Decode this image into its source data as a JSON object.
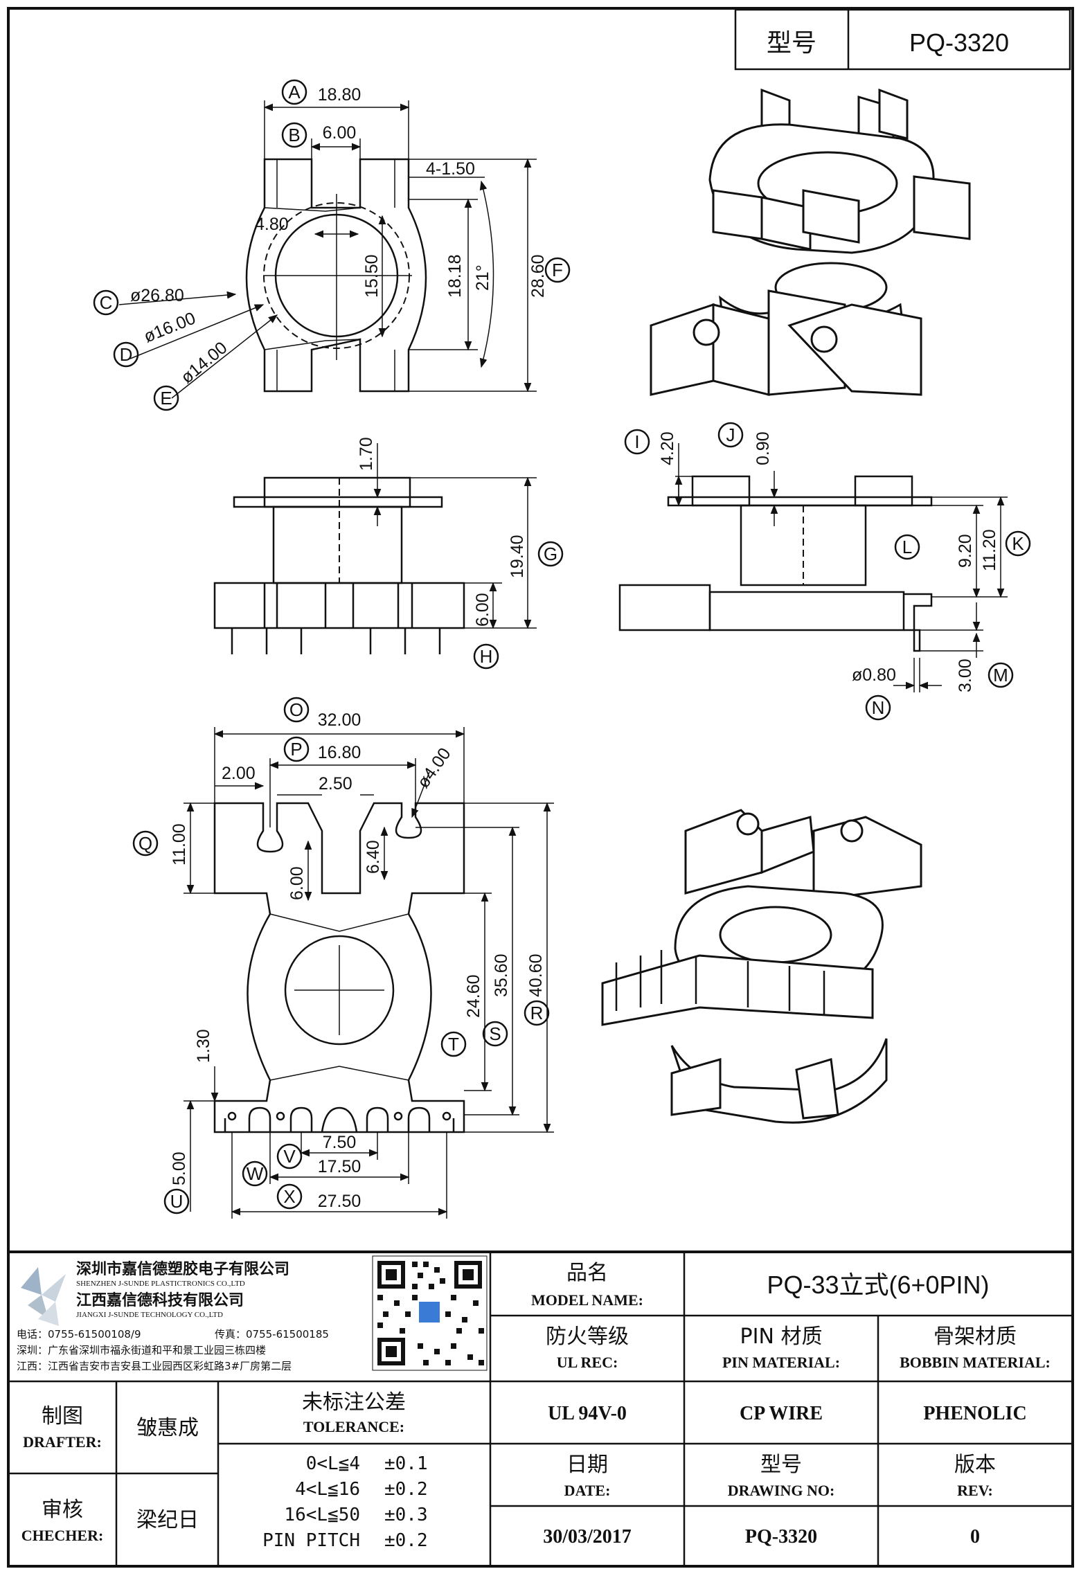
{
  "header": {
    "model_label": "型号",
    "model_value": "PQ-3320"
  },
  "top_view": {
    "callouts": [
      "A",
      "B",
      "C",
      "D",
      "E",
      "F"
    ],
    "dims": {
      "A": "18.80",
      "B": "6.00",
      "notch": "4-1.50",
      "inner": "4.80",
      "C": "ø26.80",
      "D": "ø16.00",
      "E": "ø14.00",
      "h1": "15.50",
      "h2": "18.18",
      "angle": "21°",
      "F": "28.60"
    }
  },
  "front_view": {
    "callouts": [
      "G",
      "H"
    ],
    "dims": {
      "top": "1.70",
      "G": "19.40",
      "H": "6.00"
    }
  },
  "side_view": {
    "callouts": [
      "I",
      "J",
      "K",
      "L",
      "M",
      "N"
    ],
    "dims": {
      "I": "4.20",
      "J": "0.90",
      "L": "9.20",
      "K": "11.20",
      "N": "ø0.80",
      "M": "3.00"
    }
  },
  "bottom_view": {
    "callouts": [
      "O",
      "P",
      "Q",
      "R",
      "S",
      "T",
      "U",
      "V",
      "W",
      "X"
    ],
    "dims": {
      "O": "32.00",
      "P": "16.80",
      "left": "2.00",
      "mid": "2.50",
      "hole": "ø4.00",
      "Q": "11.00",
      "slot_h": "6.00",
      "slot2": "6.40",
      "T": "24.60",
      "S": "35.60",
      "R": "40.60",
      "small": "1.30",
      "U": "5.00",
      "V": "7.50",
      "W": "17.50",
      "X": "27.50"
    }
  },
  "company": {
    "name_sz": "深圳市嘉信德塑胶电子有限公司",
    "name_sz_en": "SHENZHEN J-SUNDE PLASTICTRONICS CO.,LTD",
    "name_jx": "江西嘉信德科技有限公司",
    "name_jx_en": "JIANGXI J-SUNDE TECHNOLOGY CO.,LTD",
    "phone": "电话：0755-61500108/9",
    "fax": "传真：0755-61500185",
    "addr_sz": "深圳：广东省深圳市福永街道和平和景工业园三栋四楼",
    "addr_jx": "江西：江西省吉安市吉安县工业园西区彩虹路3#厂房第二层"
  },
  "title_block": {
    "model_name_cn": "品名",
    "model_name_en": "MODEL NAME:",
    "model_name_value": "PQ-33立式(6+0PIN)",
    "ul_cn": "防火等级",
    "ul_en": "UL REC:",
    "ul_value": "UL 94V-0",
    "pin_cn": "PIN 材质",
    "pin_en": "PIN MATERIAL:",
    "pin_value": "CP WIRE",
    "bobbin_cn": "骨架材质",
    "bobbin_en": "BOBBIN MATERIAL:",
    "bobbin_value": "PHENOLIC",
    "drafter_cn": "制图",
    "drafter_en": "DRAFTER:",
    "drafter_name": "皱惠成",
    "checker_cn": "审核",
    "checker_en": "CHECHER:",
    "checker_name": "梁纪日",
    "tol_cn": "未标注公差",
    "tol_en": "TOLERANCE:",
    "tolerances": [
      {
        "range": "0<L≦4",
        "value": "±0.1"
      },
      {
        "range": "4<L≦16",
        "value": "±0.2"
      },
      {
        "range": "16<L≦50",
        "value": "±0.3"
      },
      {
        "range": "PIN PITCH",
        "value": "±0.2"
      }
    ],
    "date_cn": "日期",
    "date_en": "DATE:",
    "date_value": "30/03/2017",
    "drawing_cn": "型号",
    "drawing_en": "DRAWING NO:",
    "drawing_value": "PQ-3320",
    "rev_cn": "版本",
    "rev_en": "REV:",
    "rev_value": "0"
  }
}
